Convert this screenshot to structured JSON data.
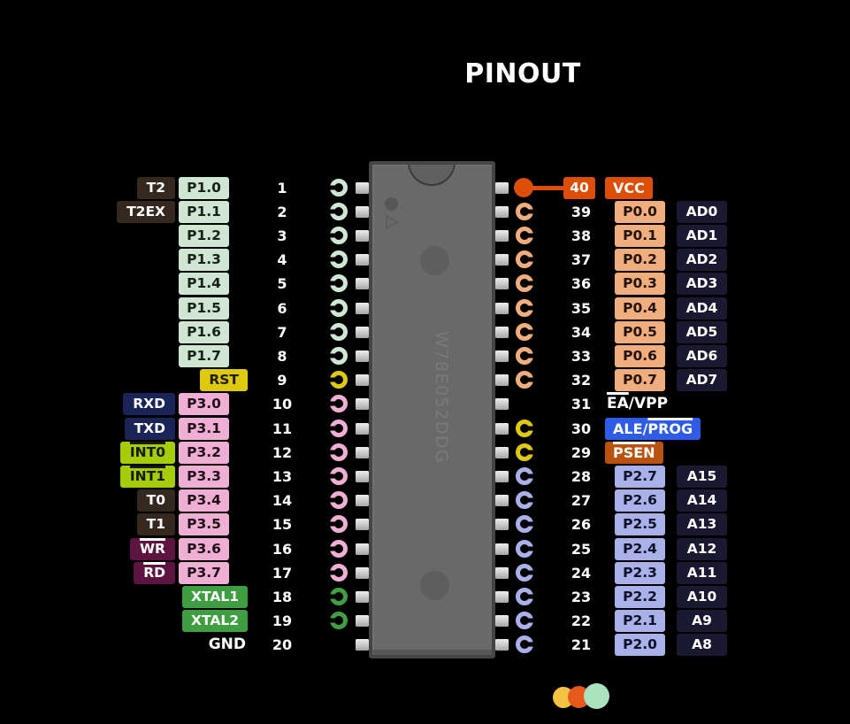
{
  "title": "PINOUT",
  "chip": {
    "part_number": "W78E052DDG"
  },
  "colors": {
    "mint": {
      "bg": "#cfe6d3",
      "fg": "#17211a"
    },
    "pink": {
      "bg": "#efaed3",
      "fg": "#201018"
    },
    "gold": {
      "bg": "#ddca10",
      "fg": "#1f1c05"
    },
    "green": {
      "bg": "#3f9e41",
      "fg": "#ffffff"
    },
    "peach": {
      "bg": "#f0ad7d",
      "fg": "#231307"
    },
    "peri": {
      "bg": "#a9b1e8",
      "fg": "#10122b"
    },
    "navy": {
      "bg": "#1a2457",
      "fg": "#ffffff"
    },
    "lime": {
      "bg": "#a6cd0c",
      "fg": "#161a02"
    },
    "dark": {
      "bg": "#35291f",
      "fg": "#ffffff"
    },
    "maroon": {
      "bg": "#5e1440",
      "fg": "#ffffff"
    },
    "darknavy": {
      "bg": "#1b1831",
      "fg": "#ffffff"
    },
    "orange": {
      "bg": "#dd4f08",
      "fg": "#ffffff"
    },
    "blue": {
      "bg": "#2e5ce6",
      "fg": "#ffffff"
    },
    "psen": {
      "bg": "#b9520e",
      "fg": "#ffffff"
    },
    "plain": {
      "bg": "transparent",
      "fg": "#ffffff"
    }
  },
  "left_pins": [
    {
      "num": "1",
      "circle": "mint",
      "alt": {
        "style": "dark",
        "parts": [
          {
            "text": "T2"
          }
        ]
      },
      "port": {
        "style": "mint",
        "parts": [
          {
            "text": "P1.0"
          }
        ]
      }
    },
    {
      "num": "2",
      "circle": "mint",
      "alt": {
        "style": "dark",
        "parts": [
          {
            "text": "T2EX"
          }
        ]
      },
      "port": {
        "style": "mint",
        "parts": [
          {
            "text": "P1.1"
          }
        ]
      }
    },
    {
      "num": "3",
      "circle": "mint",
      "port": {
        "style": "mint",
        "parts": [
          {
            "text": "P1.2"
          }
        ]
      }
    },
    {
      "num": "4",
      "circle": "mint",
      "port": {
        "style": "mint",
        "parts": [
          {
            "text": "P1.3"
          }
        ]
      }
    },
    {
      "num": "5",
      "circle": "mint",
      "port": {
        "style": "mint",
        "parts": [
          {
            "text": "P1.4"
          }
        ]
      }
    },
    {
      "num": "6",
      "circle": "mint",
      "port": {
        "style": "mint",
        "parts": [
          {
            "text": "P1.5"
          }
        ]
      }
    },
    {
      "num": "7",
      "circle": "mint",
      "port": {
        "style": "mint",
        "parts": [
          {
            "text": "P1.6"
          }
        ]
      }
    },
    {
      "num": "8",
      "circle": "mint",
      "port": {
        "style": "mint",
        "parts": [
          {
            "text": "P1.7"
          }
        ]
      }
    },
    {
      "num": "9",
      "circle": "gold",
      "offset": {
        "style": "gold",
        "parts": [
          {
            "text": "RST"
          }
        ]
      }
    },
    {
      "num": "10",
      "circle": "pink",
      "alt": {
        "style": "navy",
        "parts": [
          {
            "text": "RXD"
          }
        ]
      },
      "port": {
        "style": "pink",
        "parts": [
          {
            "text": "P3.0"
          }
        ]
      }
    },
    {
      "num": "11",
      "circle": "pink",
      "alt": {
        "style": "navy",
        "parts": [
          {
            "text": "TXD"
          }
        ]
      },
      "port": {
        "style": "pink",
        "parts": [
          {
            "text": "P3.1"
          }
        ]
      }
    },
    {
      "num": "12",
      "circle": "pink",
      "alt": {
        "style": "lime",
        "parts": [
          {
            "text": "INT0",
            "ov": true
          }
        ]
      },
      "port": {
        "style": "pink",
        "parts": [
          {
            "text": "P3.2"
          }
        ]
      }
    },
    {
      "num": "13",
      "circle": "pink",
      "alt": {
        "style": "lime",
        "parts": [
          {
            "text": "INT1",
            "ov": true
          }
        ]
      },
      "port": {
        "style": "pink",
        "parts": [
          {
            "text": "P3.3"
          }
        ]
      }
    },
    {
      "num": "14",
      "circle": "pink",
      "alt": {
        "style": "dark",
        "parts": [
          {
            "text": "T0"
          }
        ]
      },
      "port": {
        "style": "pink",
        "parts": [
          {
            "text": "P3.4"
          }
        ]
      }
    },
    {
      "num": "15",
      "circle": "pink",
      "alt": {
        "style": "dark",
        "parts": [
          {
            "text": "T1"
          }
        ]
      },
      "port": {
        "style": "pink",
        "parts": [
          {
            "text": "P3.5"
          }
        ]
      }
    },
    {
      "num": "16",
      "circle": "pink",
      "alt": {
        "style": "maroon",
        "parts": [
          {
            "text": "WR",
            "ov": true
          }
        ]
      },
      "port": {
        "style": "pink",
        "parts": [
          {
            "text": "P3.6"
          }
        ]
      }
    },
    {
      "num": "17",
      "circle": "pink",
      "alt": {
        "style": "maroon",
        "parts": [
          {
            "text": "RD",
            "ov": true
          }
        ]
      },
      "port": {
        "style": "pink",
        "parts": [
          {
            "text": "P3.7"
          }
        ]
      }
    },
    {
      "num": "18",
      "circle": "green",
      "offset": {
        "style": "green",
        "parts": [
          {
            "text": "XTAL1"
          }
        ]
      }
    },
    {
      "num": "19",
      "circle": "green",
      "offset": {
        "style": "green",
        "parts": [
          {
            "text": "XTAL2"
          }
        ]
      }
    },
    {
      "num": "20",
      "offset": {
        "style": "plain",
        "parts": [
          {
            "text": "GND"
          }
        ]
      }
    }
  ],
  "right_pins": [
    {
      "num": "40",
      "special": "vcc",
      "label": {
        "style": "orange",
        "parts": [
          {
            "text": "VCC"
          }
        ]
      }
    },
    {
      "num": "39",
      "circle": "peach",
      "port": {
        "style": "peach",
        "parts": [
          {
            "text": "P0.0"
          }
        ]
      },
      "alt": {
        "style": "darknavy",
        "parts": [
          {
            "text": "AD0"
          }
        ]
      }
    },
    {
      "num": "38",
      "circle": "peach",
      "port": {
        "style": "peach",
        "parts": [
          {
            "text": "P0.1"
          }
        ]
      },
      "alt": {
        "style": "darknavy",
        "parts": [
          {
            "text": "AD1"
          }
        ]
      }
    },
    {
      "num": "37",
      "circle": "peach",
      "port": {
        "style": "peach",
        "parts": [
          {
            "text": "P0.2"
          }
        ]
      },
      "alt": {
        "style": "darknavy",
        "parts": [
          {
            "text": "AD2"
          }
        ]
      }
    },
    {
      "num": "36",
      "circle": "peach",
      "port": {
        "style": "peach",
        "parts": [
          {
            "text": "P0.3"
          }
        ]
      },
      "alt": {
        "style": "darknavy",
        "parts": [
          {
            "text": "AD3"
          }
        ]
      }
    },
    {
      "num": "35",
      "circle": "peach",
      "port": {
        "style": "peach",
        "parts": [
          {
            "text": "P0.4"
          }
        ]
      },
      "alt": {
        "style": "darknavy",
        "parts": [
          {
            "text": "AD4"
          }
        ]
      }
    },
    {
      "num": "34",
      "circle": "peach",
      "port": {
        "style": "peach",
        "parts": [
          {
            "text": "P0.5"
          }
        ]
      },
      "alt": {
        "style": "darknavy",
        "parts": [
          {
            "text": "AD5"
          }
        ]
      }
    },
    {
      "num": "33",
      "circle": "peach",
      "port": {
        "style": "peach",
        "parts": [
          {
            "text": "P0.6"
          }
        ]
      },
      "alt": {
        "style": "darknavy",
        "parts": [
          {
            "text": "AD6"
          }
        ]
      }
    },
    {
      "num": "32",
      "circle": "peach",
      "port": {
        "style": "peach",
        "parts": [
          {
            "text": "P0.7"
          }
        ]
      },
      "alt": {
        "style": "darknavy",
        "parts": [
          {
            "text": "AD7"
          }
        ]
      }
    },
    {
      "num": "31",
      "label": {
        "style": "plain",
        "parts": [
          {
            "text": "EA",
            "ov": true
          },
          {
            "text": "/VPP"
          }
        ]
      }
    },
    {
      "num": "30",
      "circle": "gold",
      "label": {
        "style": "blue",
        "parts": [
          {
            "text": "ALE/"
          },
          {
            "text": "PROG",
            "ov": true
          }
        ]
      }
    },
    {
      "num": "29",
      "circle": "gold",
      "label": {
        "style": "psen",
        "parts": [
          {
            "text": "PSEN",
            "ov": true
          }
        ]
      }
    },
    {
      "num": "28",
      "circle": "peri",
      "port": {
        "style": "peri",
        "parts": [
          {
            "text": "P2.7"
          }
        ]
      },
      "alt": {
        "style": "darknavy",
        "parts": [
          {
            "text": "A15"
          }
        ]
      }
    },
    {
      "num": "27",
      "circle": "peri",
      "port": {
        "style": "peri",
        "parts": [
          {
            "text": "P2.6"
          }
        ]
      },
      "alt": {
        "style": "darknavy",
        "parts": [
          {
            "text": "A14"
          }
        ]
      }
    },
    {
      "num": "26",
      "circle": "peri",
      "port": {
        "style": "peri",
        "parts": [
          {
            "text": "P2.5"
          }
        ]
      },
      "alt": {
        "style": "darknavy",
        "parts": [
          {
            "text": "A13"
          }
        ]
      }
    },
    {
      "num": "25",
      "circle": "peri",
      "port": {
        "style": "peri",
        "parts": [
          {
            "text": "P2.4"
          }
        ]
      },
      "alt": {
        "style": "darknavy",
        "parts": [
          {
            "text": "A12"
          }
        ]
      }
    },
    {
      "num": "24",
      "circle": "peri",
      "port": {
        "style": "peri",
        "parts": [
          {
            "text": "P2.3"
          }
        ]
      },
      "alt": {
        "style": "darknavy",
        "parts": [
          {
            "text": "A11"
          }
        ]
      }
    },
    {
      "num": "23",
      "circle": "peri",
      "port": {
        "style": "peri",
        "parts": [
          {
            "text": "P2.2"
          }
        ]
      },
      "alt": {
        "style": "darknavy",
        "parts": [
          {
            "text": "A10"
          }
        ]
      }
    },
    {
      "num": "22",
      "circle": "peri",
      "port": {
        "style": "peri",
        "parts": [
          {
            "text": "P2.1"
          }
        ]
      },
      "alt": {
        "style": "darknavy",
        "parts": [
          {
            "text": "A9"
          }
        ]
      }
    },
    {
      "num": "21",
      "circle": "peri",
      "port": {
        "style": "peri",
        "parts": [
          {
            "text": "P2.0"
          }
        ]
      },
      "alt": {
        "style": "darknavy",
        "parts": [
          {
            "text": "A8"
          }
        ]
      }
    }
  ],
  "logo": {
    "colors": [
      "#f4c243",
      "#e8591d",
      "#abe3c0"
    ]
  }
}
